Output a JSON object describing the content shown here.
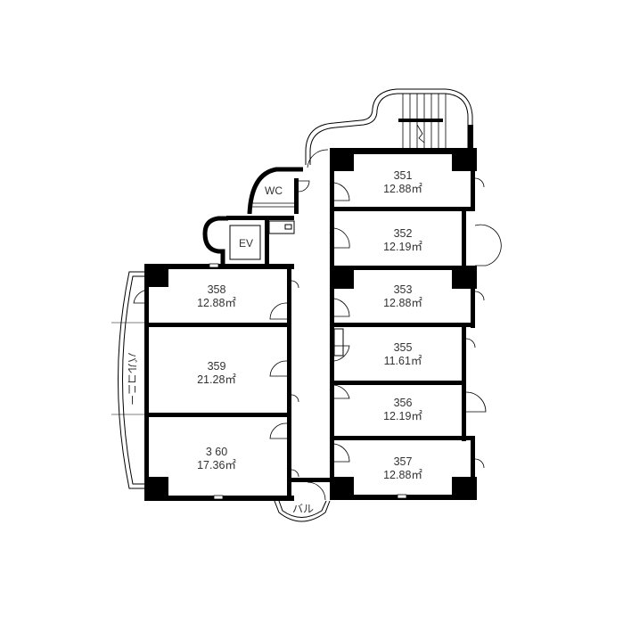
{
  "rooms": [
    {
      "number": "351",
      "area": "12.88㎡"
    },
    {
      "number": "352",
      "area": "12.19㎡"
    },
    {
      "number": "353",
      "area": "12.88㎡"
    },
    {
      "number": "355",
      "area": "11.61㎡"
    },
    {
      "number": "356",
      "area": "12.19㎡"
    },
    {
      "number": "357",
      "area": "12.88㎡"
    },
    {
      "number": "358",
      "area": "12.88㎡"
    },
    {
      "number": "359",
      "area": "21.28㎡"
    },
    {
      "number": "3 60",
      "area": "17.36㎡"
    }
  ],
  "facilities": {
    "wc": "WC",
    "ev": "EV",
    "balcony": "バルコニー",
    "balcony_short": "バル"
  }
}
